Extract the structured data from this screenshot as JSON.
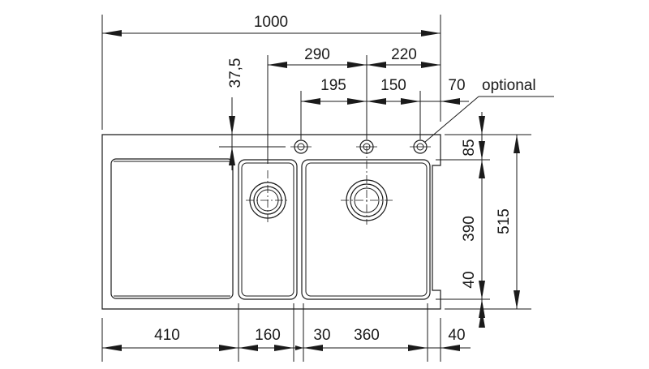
{
  "diagram": {
    "labels": {
      "overall_width": "1000",
      "tap_hole_1_offset": "290",
      "tap_hole_2_offset": "220",
      "hole_spacing_a": "195",
      "hole_spacing_b": "150",
      "optional_hole": "70",
      "optional_text": "optional",
      "hole_depth": "37,5",
      "back_rim": "85",
      "bowl_depth": "390",
      "front_rim": "40",
      "overall_depth": "515",
      "drainer_width": "410",
      "small_bowl_width": "160",
      "bowl_gap": "30",
      "large_bowl_width": "360",
      "right_rim": "40"
    }
  }
}
